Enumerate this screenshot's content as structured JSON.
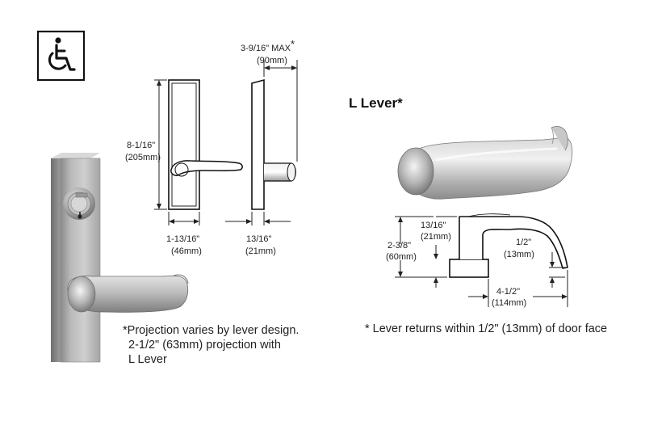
{
  "accessibility_icon": "wheelchair-icon",
  "lever_title": "L Lever*",
  "front_view": {
    "height_label": "8-1/16\"",
    "height_metric": "(205mm)",
    "width_label": "1-13/16\"",
    "width_metric": "(46mm)"
  },
  "side_view": {
    "projection_label": "3-9/16\" MAX",
    "projection_star": "*",
    "projection_metric": "(90mm)",
    "depth_label": "13/16\"",
    "depth_metric": "(21mm)"
  },
  "lever_profile": {
    "rose_label": "13/16\"",
    "rose_metric": "(21mm)",
    "height_label": "2-3/8\"",
    "height_metric": "(60mm)",
    "return_label": "1/2\"",
    "return_metric": "(13mm)",
    "length_label": "4-1/2\"",
    "length_metric": "(114mm)"
  },
  "notes": {
    "projection_note_line1": "*Projection varies by lever design.",
    "projection_note_line2": "2-1/2\" (63mm) projection with",
    "projection_note_line3": "L Lever",
    "lever_note": "* Lever returns within 1/2\" (13mm) of door face"
  }
}
